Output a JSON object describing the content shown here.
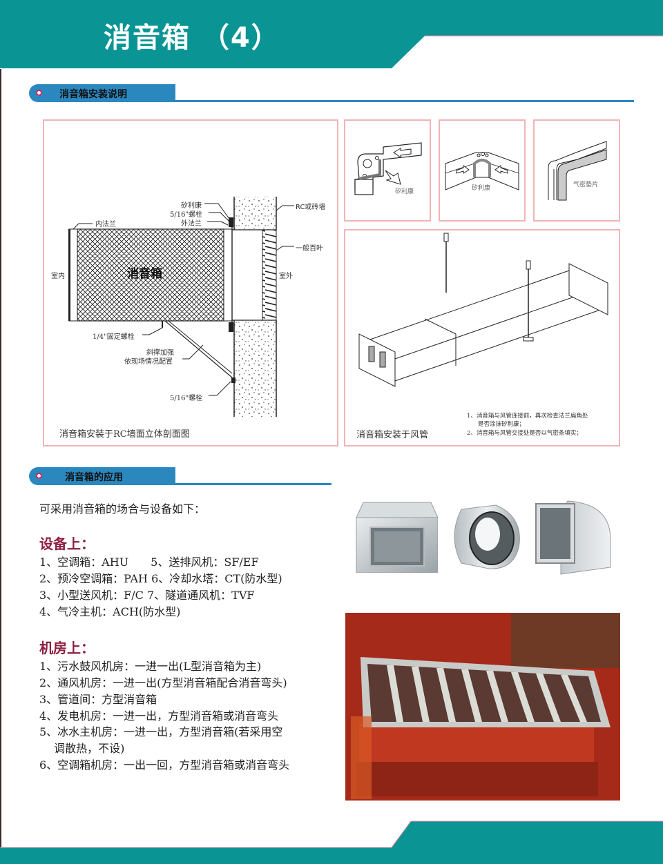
{
  "header": {
    "title": "消音箱 （4）",
    "color": "#0a9494"
  },
  "section_install": {
    "label": "消音箱安装说明",
    "accent": "#2a88bf",
    "wall_diagram": {
      "labels": {
        "sealant": "矽利康",
        "bolt_top": "5/16\"螺栓",
        "outer_flange": "外法兰",
        "inner_flange": "内法兰",
        "wall": "RC或砖墙",
        "louver": "一般百叶",
        "box": "消音箱",
        "indoor": "室内",
        "outdoor": "室外",
        "fix_bolt": "1/4\"固定螺栓",
        "brace_1": "斜撑加强",
        "brace_2": "依现场情况配置",
        "bolt_bottom": "5/16\"螺栓"
      },
      "caption": "消音箱安装于RC墙面立体剖面图"
    },
    "detail_panels": [
      {
        "label": "矽利康"
      },
      {
        "label": "矽利康"
      },
      {
        "label": "气密垫片"
      }
    ],
    "duct_diagram": {
      "caption": "消音箱安装于风管",
      "notes": [
        "1、消音箱与风管连接前，再次检查法兰扁角处",
        "是否涂抹矽利康；",
        "2、消音箱与风管交接处是否以气密条填实；"
      ]
    }
  },
  "section_application": {
    "label": "消音箱的应用",
    "intro": "可采用消音箱的场合与设备如下：",
    "equipment": {
      "title": "设备上：",
      "lines": [
        "1、空调箱：AHU　　5、送排风机：SF/EF",
        "2、预冷空调箱：PAH 6、冷却水塔：CT(防水型)",
        "3、小型送风机：F/C 7、隧道通风机：TVF",
        "4、气冷主机：ACH(防水型)"
      ]
    },
    "machine_room": {
      "title": "机房上：",
      "lines": [
        "1、污水鼓风机房：一进一出(L型消音箱为主)",
        "2、通风机房：一进一出(方型消音箱配合消音弯头)",
        "3、管道间：方型消音箱",
        "4、发电机房：一进一出，方型消音箱或消音弯头",
        "5、冰水主机房：一进一出，方型消音箱(若采用空",
        "　 调散热，不设)",
        "6、空调箱机房：一出一回，方型消音箱或消音弯头"
      ]
    },
    "photos": [
      {
        "subject": "square-silencer-box"
      },
      {
        "subject": "round-silencer"
      },
      {
        "subject": "silencer-elbow"
      },
      {
        "subject": "red-painted-silencer-with-baffles"
      }
    ]
  },
  "colors": {
    "teal": "#0a9494",
    "section_blue": "#2a88bf",
    "panel_border": "#f0b3b6",
    "subhead": "#8e1d3e"
  }
}
